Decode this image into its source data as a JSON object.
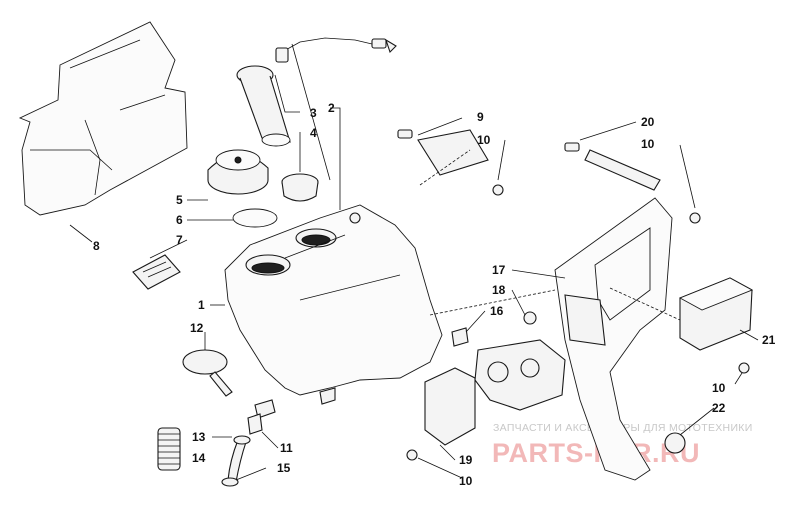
{
  "watermark": {
    "caption": "ЗАПЧАСТИ И АКСЕССУАРЫ ДЛЯ МОТОТЕХНИКИ",
    "brand": "PARTS-FOR.RU",
    "brand_color": "#e58f8f"
  },
  "callouts": [
    {
      "id": "c1",
      "text": "1"
    },
    {
      "id": "c2",
      "text": "2"
    },
    {
      "id": "c3",
      "text": "3"
    },
    {
      "id": "c4",
      "text": "4"
    },
    {
      "id": "c5",
      "text": "5"
    },
    {
      "id": "c6",
      "text": "6"
    },
    {
      "id": "c7",
      "text": "7"
    },
    {
      "id": "c8",
      "text": "8"
    },
    {
      "id": "c9",
      "text": "9"
    },
    {
      "id": "c10a",
      "text": "10"
    },
    {
      "id": "c10b",
      "text": "10"
    },
    {
      "id": "c10c",
      "text": "10"
    },
    {
      "id": "c10d",
      "text": "10"
    },
    {
      "id": "c11",
      "text": "11"
    },
    {
      "id": "c12",
      "text": "12"
    },
    {
      "id": "c13",
      "text": "13"
    },
    {
      "id": "c14",
      "text": "14"
    },
    {
      "id": "c15",
      "text": "15"
    },
    {
      "id": "c16",
      "text": "16"
    },
    {
      "id": "c17",
      "text": "17"
    },
    {
      "id": "c18",
      "text": "18"
    },
    {
      "id": "c19",
      "text": "19"
    },
    {
      "id": "c20",
      "text": "20"
    },
    {
      "id": "c21",
      "text": "21"
    },
    {
      "id": "c22",
      "text": "22"
    }
  ]
}
